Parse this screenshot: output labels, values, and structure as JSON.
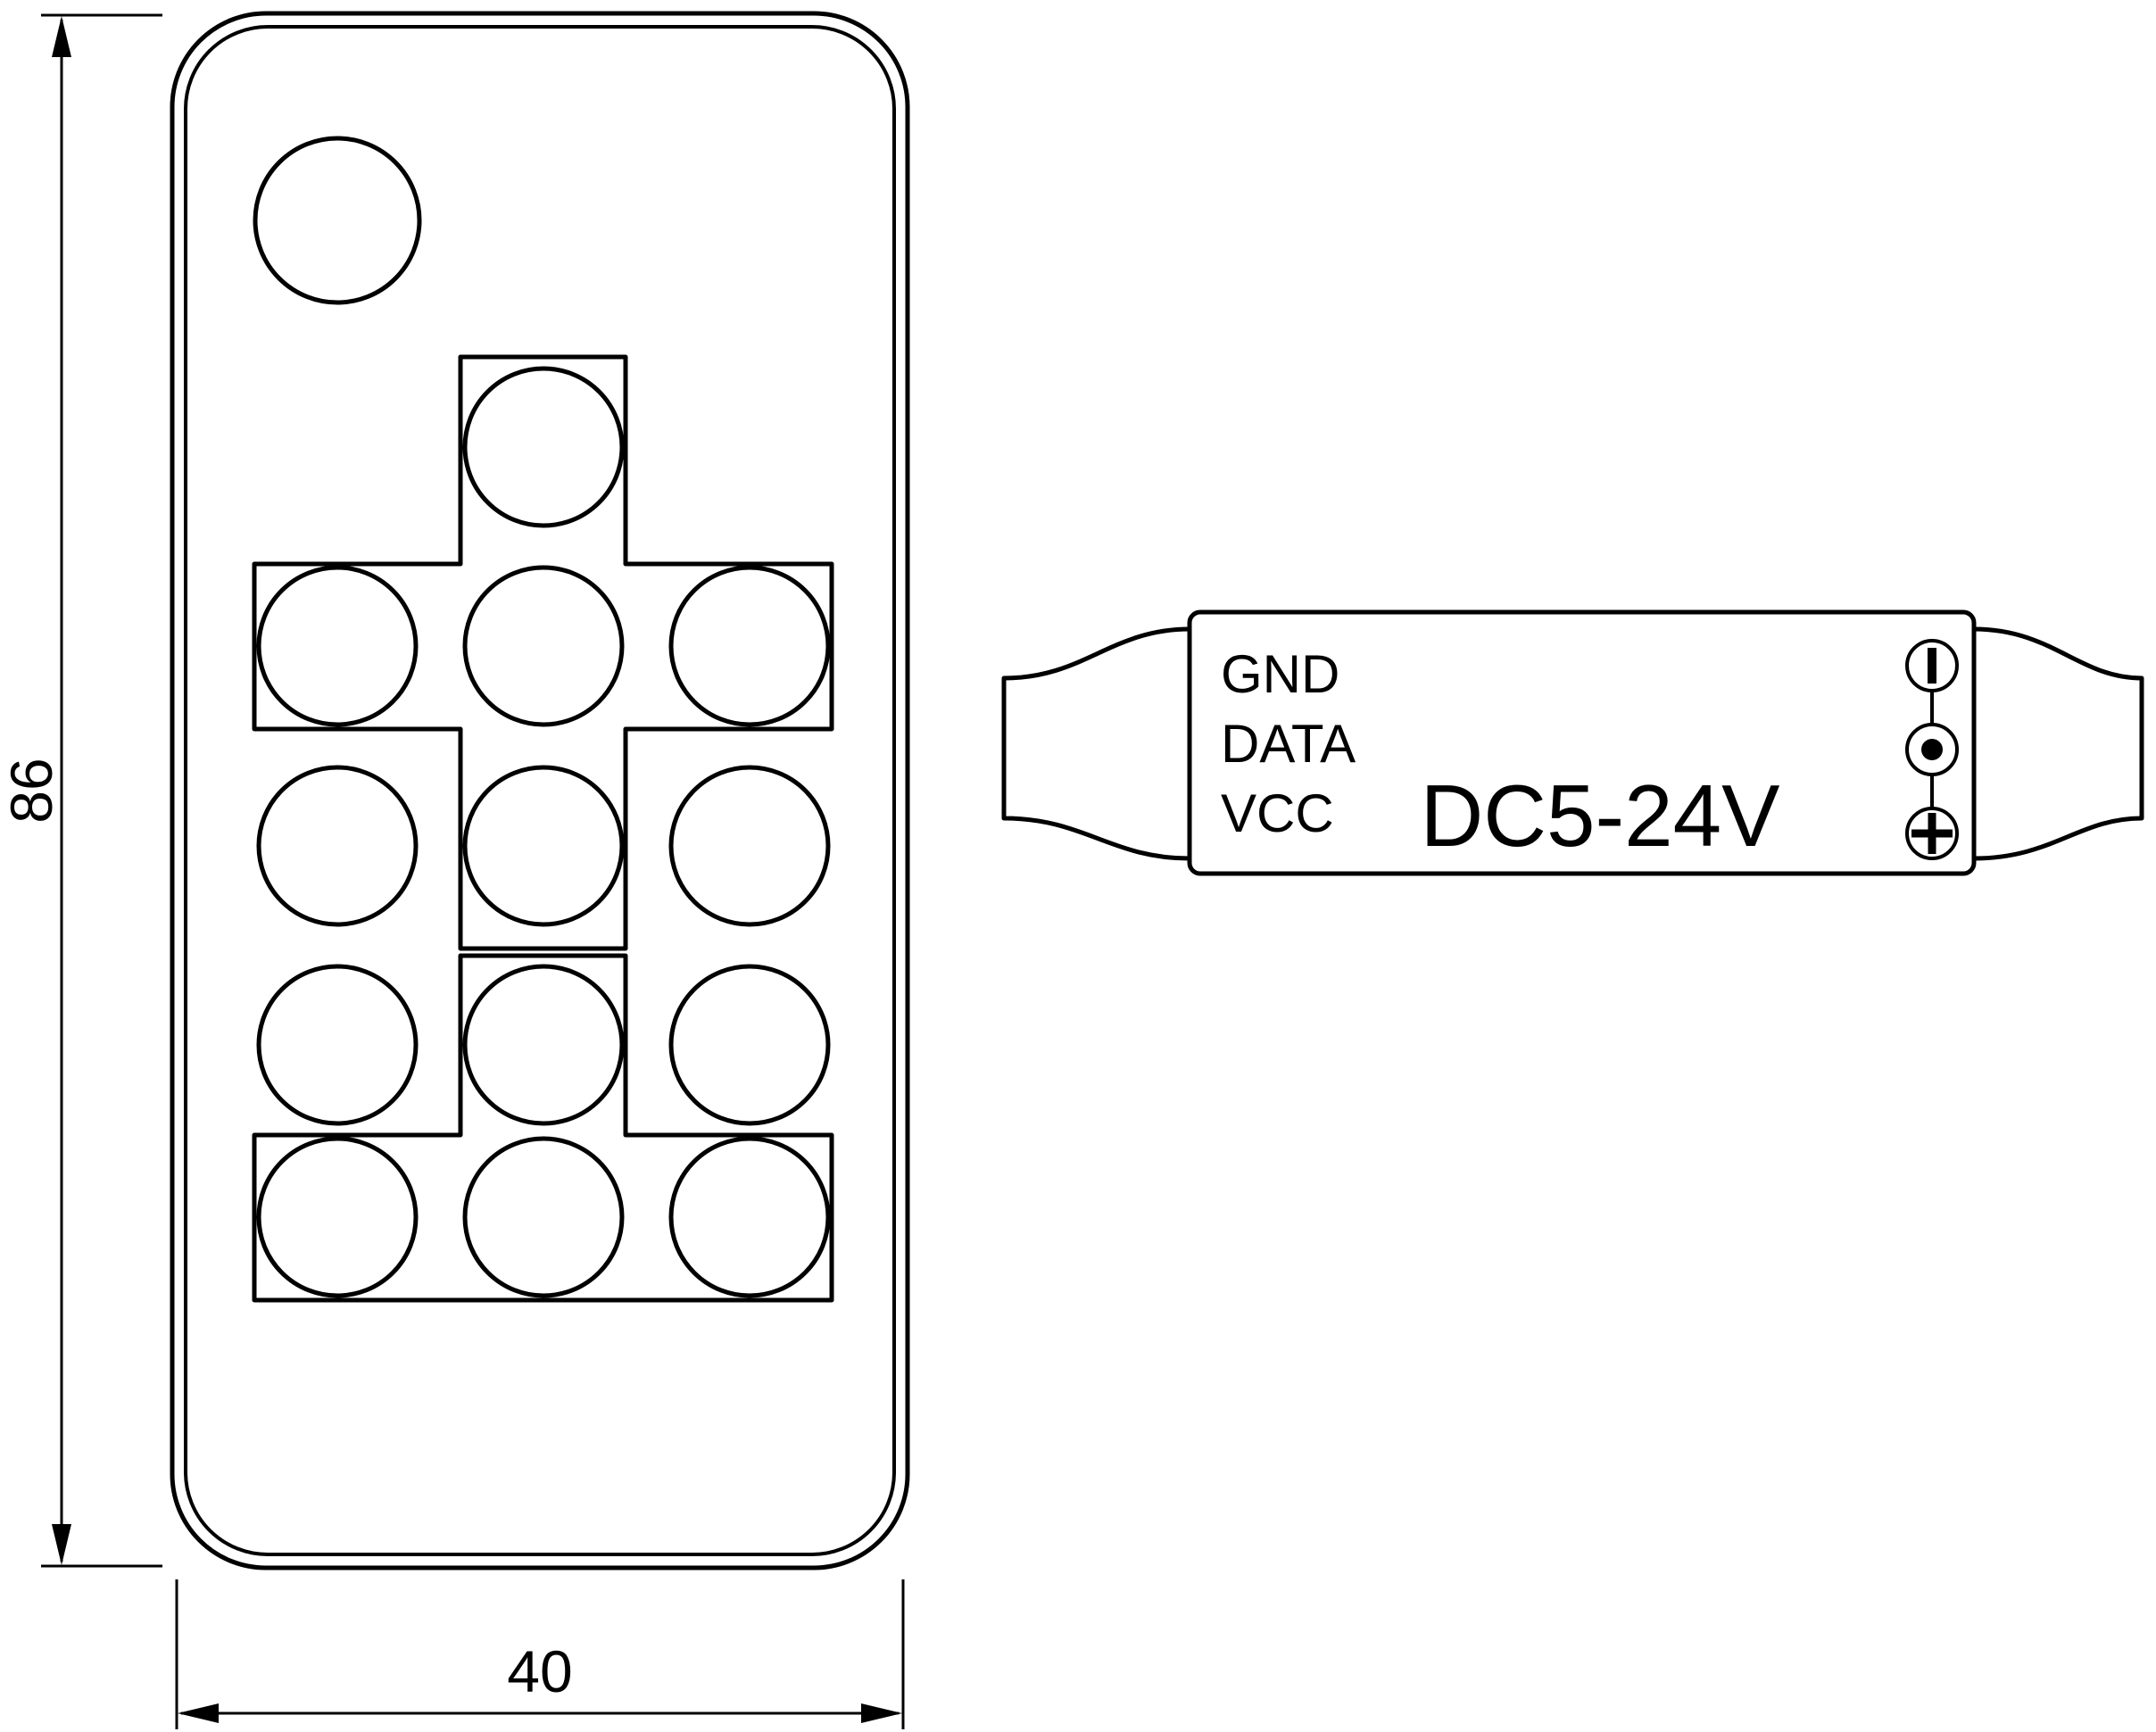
{
  "diagram": {
    "type": "technical-drawing",
    "background_color": "#ffffff",
    "line_color": "#000000"
  },
  "remote": {
    "description": "ir-remote-control-outline-with-14-round-buttons",
    "height_label": "86",
    "width_label": "40"
  },
  "module": {
    "description": "mini-led-strip-controller",
    "pin_labels": [
      "GND",
      "DATA",
      "VCC"
    ],
    "voltage_label": "DC5-24V",
    "terminal_icons": [
      "minus-terminal-icon",
      "data-terminal-icon",
      "plus-terminal-icon"
    ]
  }
}
